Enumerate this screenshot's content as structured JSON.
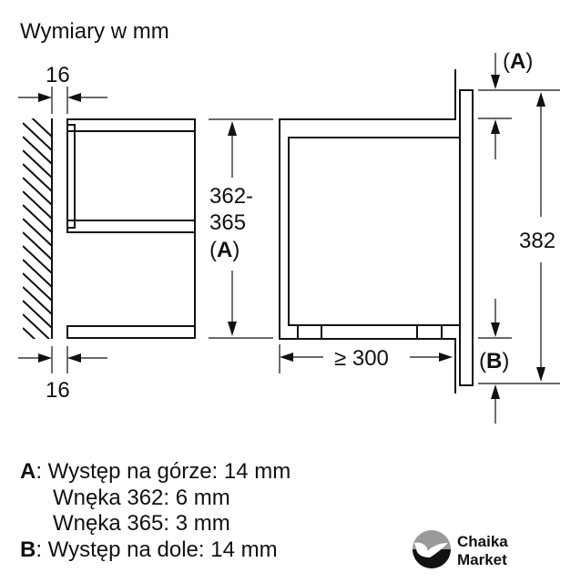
{
  "title": "Wymiary w mm",
  "left_view": {
    "top_gap": "16",
    "bottom_gap": "16",
    "height_line1": "362-",
    "height_line2": "365",
    "height_ref_open": "(",
    "height_ref": "A",
    "height_ref_close": ")"
  },
  "right_view": {
    "depth": "≥ 300",
    "total_height": "382",
    "top_ref_open": "(",
    "top_ref": "A",
    "top_ref_close": ")",
    "bottom_ref_open": "(",
    "bottom_ref": "B",
    "bottom_ref_close": ")"
  },
  "legend": [
    {
      "key": "A",
      "text": ": Występ na górze: 14 mm"
    },
    {
      "key": "",
      "text": "Wnęka 362: 6 mm"
    },
    {
      "key": "",
      "text": "Wnęka 365: 3 mm"
    },
    {
      "key": "B",
      "text": ": Występ na dole: 14 mm"
    }
  ],
  "logo": {
    "line1": "Chaika",
    "line2": "Market"
  },
  "colors": {
    "ink": "#111111",
    "logo_gray": "#9a9a9a"
  }
}
